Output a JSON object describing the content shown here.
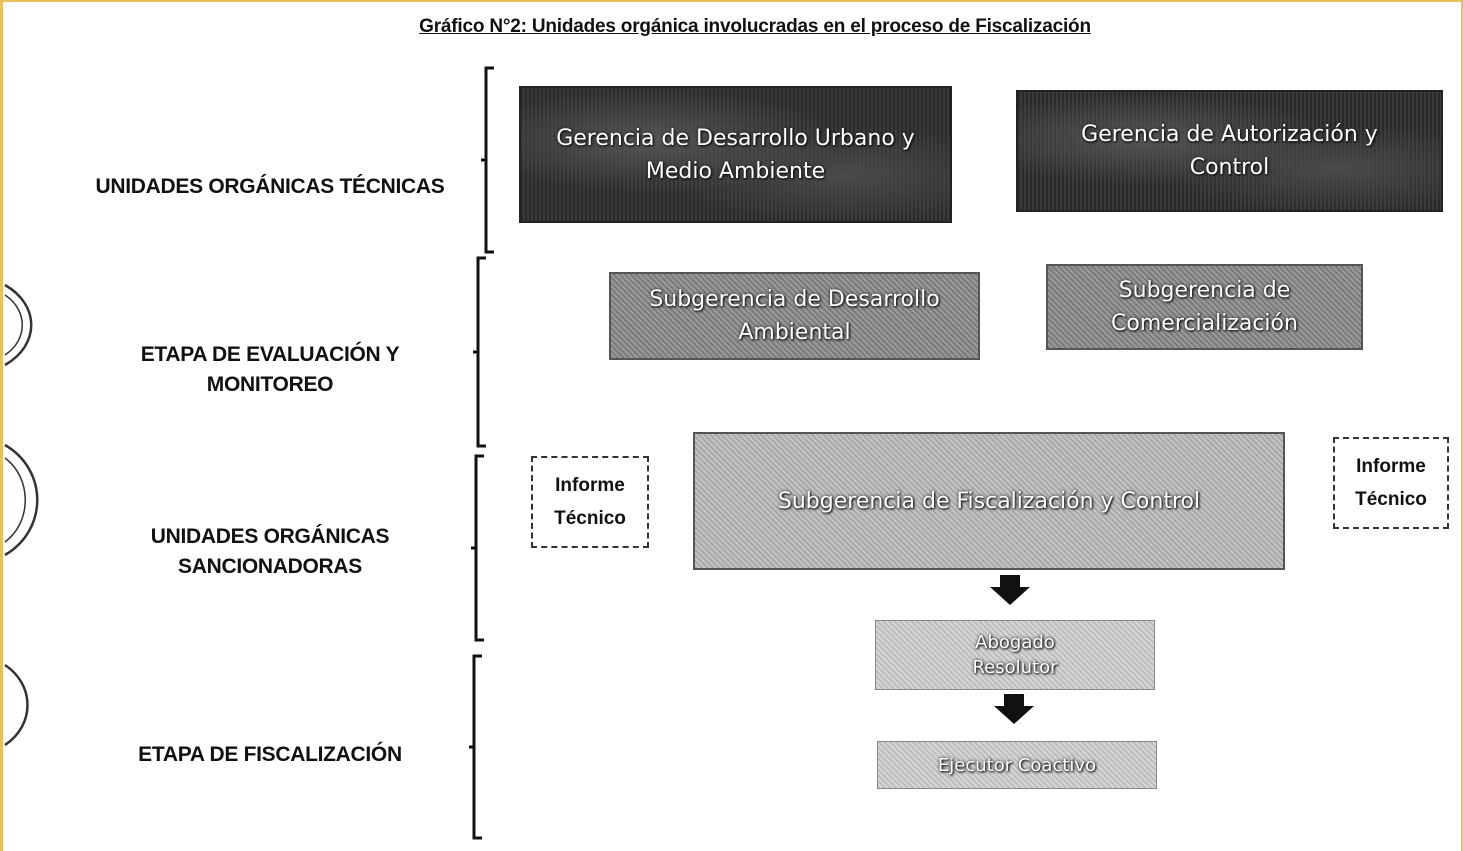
{
  "title": "Gráfico N°2: Unidades orgánica involucradas en el proceso de Fiscalización",
  "stages": [
    {
      "label_1": "UNIDADES ORGÁNICAS TÉCNICAS",
      "label_2": ""
    },
    {
      "label_1": "ETAPA DE EVALUACIÓN Y",
      "label_2": "MONITOREO"
    },
    {
      "label_1": "UNIDADES ORGÁNICAS",
      "label_2": "SANCIONADORAS"
    },
    {
      "label_1": "ETAPA DE FISCALIZACIÓN",
      "label_2": ""
    }
  ],
  "boxes": {
    "gerencia_desarrollo": {
      "line_1": "Gerencia de Desarrollo Urbano y",
      "line_2": "Medio Ambiente"
    },
    "gerencia_autorizacion": {
      "line_1": "Gerencia de Autorización y",
      "line_2": "Control"
    },
    "subgerencia_ambiental": {
      "line_1": "Subgerencia de Desarrollo",
      "line_2": "Ambiental"
    },
    "subgerencia_comercializacion": {
      "line_1": "Subgerencia de",
      "line_2": "Comercialización"
    },
    "subgerencia_fiscalizacion": {
      "line_1": "Subgerencia de Fiscalización y Control"
    },
    "abogado_resolutor": {
      "line_1": "Abogado",
      "line_2": "Resolutor"
    },
    "ejecutor_coactivo": {
      "line_1": "Ejecutor Coactivo"
    }
  },
  "informe_left": {
    "line_1": "Informe",
    "line_2": "Técnico"
  },
  "informe_right": {
    "line_1": "Informe",
    "line_2": "Técnico"
  },
  "colors": {
    "frame": "#e8c15a",
    "dark_box": "#2c2c2c",
    "mid_box": "#888888",
    "light_box": "#c8c8c8"
  }
}
